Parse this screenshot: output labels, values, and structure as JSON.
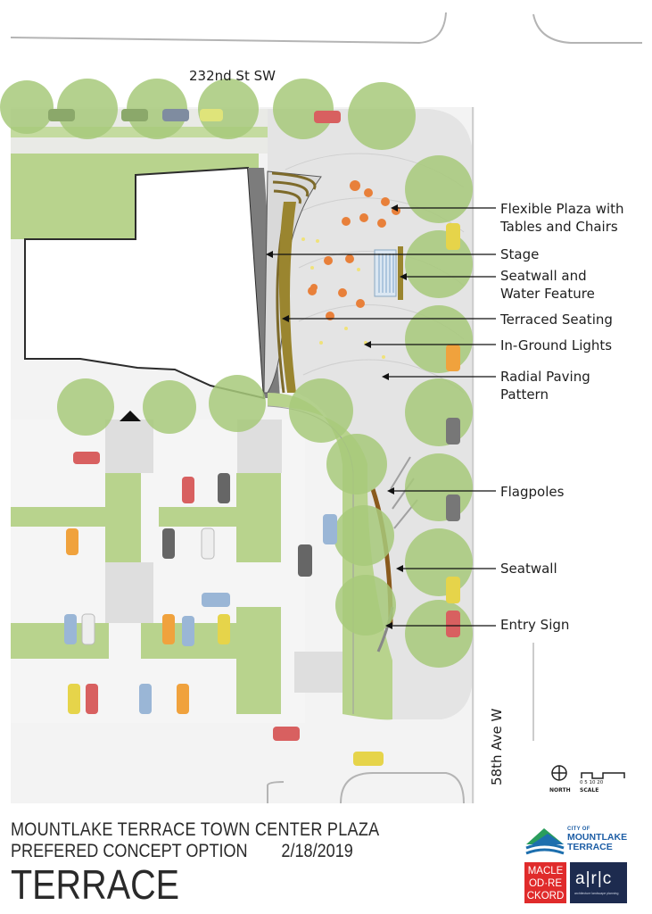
{
  "streets": {
    "north": "232nd St SW",
    "east": "58th Ave W"
  },
  "callouts": [
    {
      "id": "flexible-plaza",
      "text": "Flexible Plaza with\nTables and Chairs"
    },
    {
      "id": "stage",
      "text": "Stage"
    },
    {
      "id": "seatwall-water",
      "text": "Seatwall and\nWater Feature"
    },
    {
      "id": "terraced-seating",
      "text": "Terraced Seating"
    },
    {
      "id": "in-ground-lights",
      "text": "In-Ground Lights"
    },
    {
      "id": "radial-paving",
      "text": "Radial Paving\nPattern"
    },
    {
      "id": "flagpoles",
      "text": "Flagpoles"
    },
    {
      "id": "seatwall",
      "text": "Seatwall"
    },
    {
      "id": "entry-sign",
      "text": "Entry Sign"
    }
  ],
  "title_block": {
    "line1": "MOUNTLAKE TERRACE TOWN CENTER PLAZA",
    "line2": "PREFERED CONCEPT OPTION",
    "date": "2/18/2019",
    "line3": "TERRACE"
  },
  "north_arrow": {
    "label": "NORTH"
  },
  "scale": {
    "label": "SCALE",
    "ticks": "0  5  10       20"
  },
  "logos": {
    "city_small": "CITY OF",
    "city_name": "MOUNTLAKE\nTERRACE",
    "mr_text": "MACLE\nOD·RE\nCKORD",
    "arc_text": "a|r|c",
    "arc_sub": "architecture landscape planning"
  },
  "colors": {
    "lawn": "#b8d38d",
    "tree": "#a7c97a",
    "paving": "#e6e6e6",
    "building": "#ffffff",
    "accent_brand": "#1f5fa6",
    "table_orange": "#e8803a"
  }
}
